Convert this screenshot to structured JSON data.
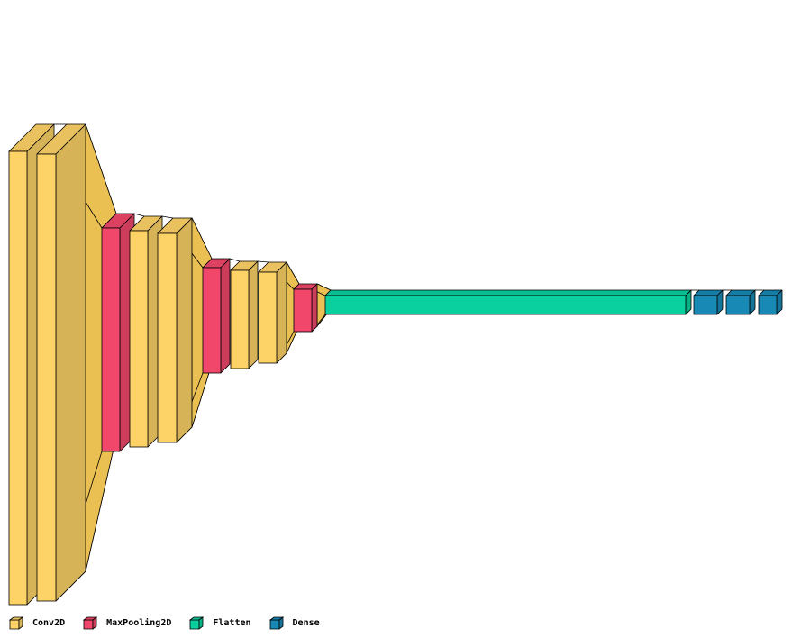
{
  "colors": {
    "conv2d": "#FDD267",
    "maxpooling2d": "#F0476B",
    "flatten": "#0AD09F",
    "dense": "#1789B4",
    "edge": "#000000"
  },
  "legend": [
    {
      "key": "conv2d",
      "label": "Conv2D"
    },
    {
      "key": "maxpooling2d",
      "label": "MaxPooling2D"
    },
    {
      "key": "flatten",
      "label": "Flatten"
    },
    {
      "key": "dense",
      "label": "Dense"
    }
  ],
  "layers": [
    {
      "type": "conv2d"
    },
    {
      "type": "conv2d"
    },
    {
      "type": "maxpooling2d"
    },
    {
      "type": "conv2d"
    },
    {
      "type": "conv2d"
    },
    {
      "type": "maxpooling2d"
    },
    {
      "type": "conv2d"
    },
    {
      "type": "conv2d"
    },
    {
      "type": "maxpooling2d"
    },
    {
      "type": "flatten"
    },
    {
      "type": "dense"
    },
    {
      "type": "dense"
    },
    {
      "type": "dense"
    }
  ]
}
